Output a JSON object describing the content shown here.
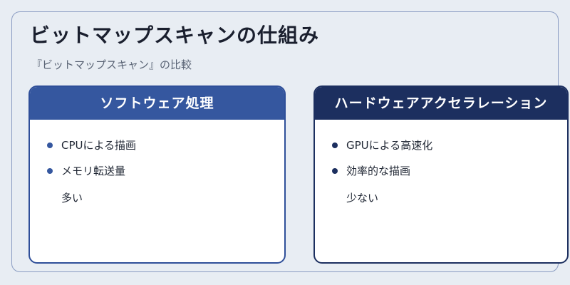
{
  "title": "ビットマップスキャンの仕組み",
  "subtitle": "『ビットマップスキャン』の比較",
  "software": {
    "header": "ソフトウェア処理",
    "items": [
      "CPUによる描画",
      "メモリ転送量"
    ],
    "continuation": "多い"
  },
  "hardware": {
    "header": "ハードウェアアクセラレーション",
    "items": [
      "GPUによる高速化",
      "効率的な描画"
    ],
    "continuation": "少ない"
  }
}
